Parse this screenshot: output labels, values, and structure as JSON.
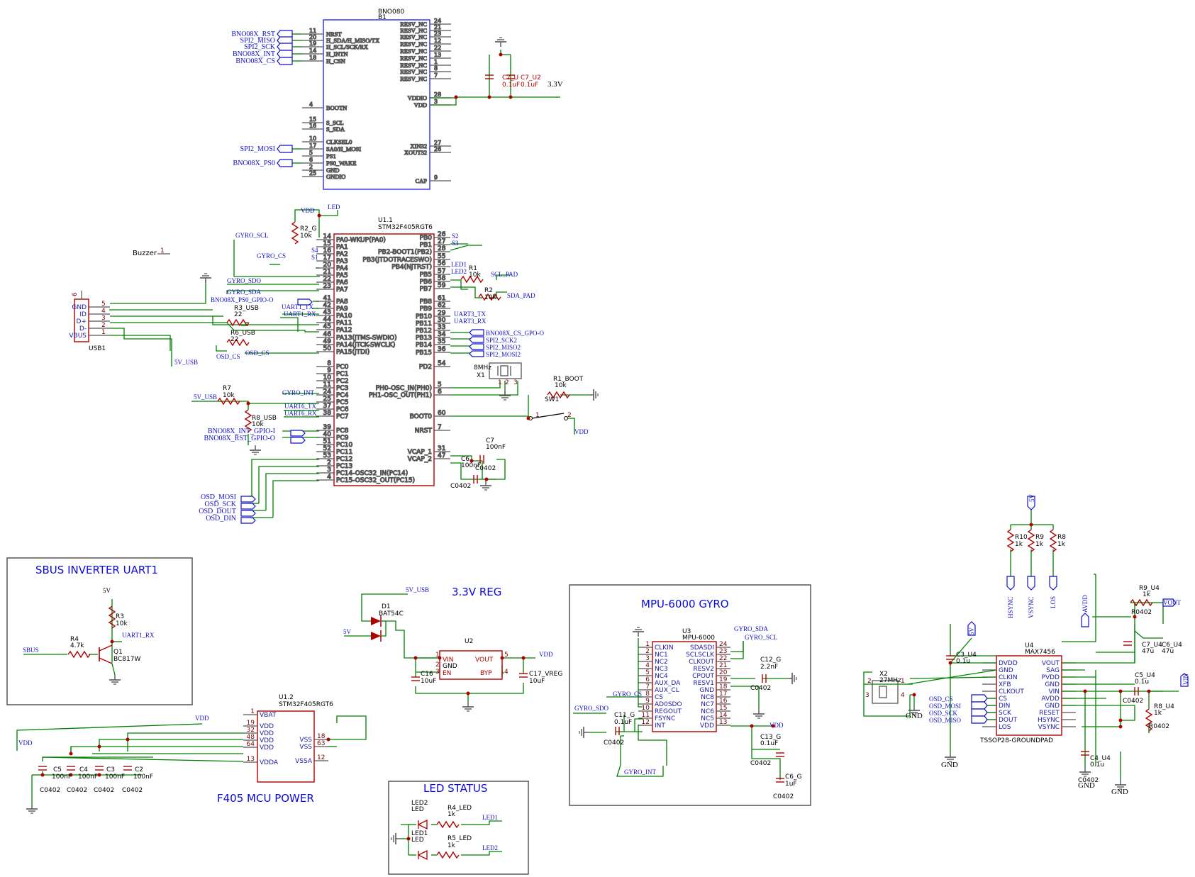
{
  "sheet": {
    "background": "#ffffff",
    "wire_color": "#008000",
    "part_color": "#b00000",
    "ic_outline_color": "#2a2af0",
    "label_color": "#1010cc"
  },
  "bno080": {
    "ref": "BNO080",
    "sub": "B1",
    "left_pins": [
      {
        "num": "11",
        "name": "NRST",
        "net": "BNO08X_RST"
      },
      {
        "num": "20",
        "name": "H_SDA/H_MISO/TX",
        "net": "SPI2_MISO"
      },
      {
        "num": "19",
        "name": "H_SCL/SCK/RX",
        "net": "SPI2_SCK"
      },
      {
        "num": "14",
        "name": "H_INTN",
        "net": "BNO08X_INT"
      },
      {
        "num": "18",
        "name": "H_CSN",
        "net": "BNO08X_CS"
      },
      {
        "num": "4",
        "name": "BOOTN",
        "net": ""
      },
      {
        "num": "15",
        "name": "S_SCL",
        "net": ""
      },
      {
        "num": "16",
        "name": "S_SDA",
        "net": ""
      },
      {
        "num": "10",
        "name": "CLKSEL0",
        "net": ""
      },
      {
        "num": "17",
        "name": "SA0/H_MOSI",
        "net": "SPI2_MOSI"
      },
      {
        "num": "5",
        "name": "PS1",
        "net": ""
      },
      {
        "num": "6",
        "name": "PS0_WAKE",
        "net": "BNO08X_PS0"
      },
      {
        "num": "2",
        "name": "GND",
        "net": ""
      },
      {
        "num": "25",
        "name": "GNDIO",
        "net": ""
      }
    ],
    "right_pins": [
      {
        "num": "24",
        "name": "RESV_NC"
      },
      {
        "num": "21",
        "name": "RESV_NC"
      },
      {
        "num": "23",
        "name": "RESV_NC"
      },
      {
        "num": "12",
        "name": "RESV_NC"
      },
      {
        "num": "22",
        "name": "RESV_NC"
      },
      {
        "num": "13",
        "name": "RESV_NC"
      },
      {
        "num": "1",
        "name": "RESV_NC"
      },
      {
        "num": "8",
        "name": "RESV_NC"
      },
      {
        "num": "7",
        "name": "RESV_NC"
      },
      {
        "num": "28",
        "name": "VDDIO"
      },
      {
        "num": "3",
        "name": "VDD"
      },
      {
        "num": "27",
        "name": "XIN32"
      },
      {
        "num": "26",
        "name": "XOUT32"
      },
      {
        "num": "9",
        "name": "CAP"
      }
    ],
    "caps": {
      "c1_ref": "C7_U",
      "c1_val": "0.1uF",
      "c2_ref": "C7_U2",
      "c2_val": "0.1uF",
      "rail": "3.3V"
    }
  },
  "mcu": {
    "ref": "U1.1",
    "part": "STM32F405RGT6",
    "left_pins": [
      {
        "num": "14",
        "name": "PA0-WKUP(PA0)"
      },
      {
        "num": "15",
        "name": "PA1"
      },
      {
        "num": "16",
        "name": "PA2"
      },
      {
        "num": "17",
        "name": "PA3"
      },
      {
        "num": "20",
        "name": "PA4"
      },
      {
        "num": "21",
        "name": "PA5"
      },
      {
        "num": "22",
        "name": "PA6"
      },
      {
        "num": "23",
        "name": "PA7"
      },
      {
        "num": "41",
        "name": "PA8"
      },
      {
        "num": "42",
        "name": "PA9"
      },
      {
        "num": "43",
        "name": "PA10"
      },
      {
        "num": "44",
        "name": "PA11"
      },
      {
        "num": "45",
        "name": "PA12"
      },
      {
        "num": "46",
        "name": "PA13(JTMS-SWDIO)"
      },
      {
        "num": "49",
        "name": "PA14(JTCK-SWCLK)"
      },
      {
        "num": "50",
        "name": "PA15(JTDI)"
      },
      {
        "num": "8",
        "name": "PC0"
      },
      {
        "num": "9",
        "name": "PC1"
      },
      {
        "num": "10",
        "name": "PC2"
      },
      {
        "num": "11",
        "name": "PC3"
      },
      {
        "num": "24",
        "name": "PC4"
      },
      {
        "num": "25",
        "name": "PC5"
      },
      {
        "num": "37",
        "name": "PC6"
      },
      {
        "num": "38",
        "name": "PC7"
      },
      {
        "num": "39",
        "name": "PC8"
      },
      {
        "num": "40",
        "name": "PC9"
      },
      {
        "num": "51",
        "name": "PC10"
      },
      {
        "num": "52",
        "name": "PC11"
      },
      {
        "num": "53",
        "name": "PC12"
      },
      {
        "num": "2",
        "name": "PC13"
      },
      {
        "num": "3",
        "name": "PC14-OSC32_IN(PC14)"
      },
      {
        "num": "4",
        "name": "PC15-OSC32_OUT(PC15)"
      }
    ],
    "right_pins": [
      {
        "num": "26",
        "name": "PB0"
      },
      {
        "num": "27",
        "name": "PB1"
      },
      {
        "num": "28",
        "name": "PB2-BOOT1(PB2)"
      },
      {
        "num": "55",
        "name": "PB3(JTDOTRACESWO)"
      },
      {
        "num": "56",
        "name": "PB4(NJTRST)"
      },
      {
        "num": "57",
        "name": "PB5"
      },
      {
        "num": "58",
        "name": "PB6"
      },
      {
        "num": "59",
        "name": "PB7"
      },
      {
        "num": "61",
        "name": "PB8"
      },
      {
        "num": "62",
        "name": "PB9"
      },
      {
        "num": "29",
        "name": "PB10"
      },
      {
        "num": "30",
        "name": "PB11"
      },
      {
        "num": "33",
        "name": "PB12"
      },
      {
        "num": "34",
        "name": "PB13"
      },
      {
        "num": "35",
        "name": "PB14"
      },
      {
        "num": "36",
        "name": "PB15"
      },
      {
        "num": "54",
        "name": "PD2"
      },
      {
        "num": "5",
        "name": "PH0-OSC_IN(PH0)"
      },
      {
        "num": "6",
        "name": "PH1-OSC_OUT(PH1)"
      },
      {
        "num": "60",
        "name": "BOOT0"
      },
      {
        "num": "7",
        "name": "NRST"
      },
      {
        "num": "31",
        "name": "VCAP_1"
      },
      {
        "num": "47",
        "name": "VCAP_2"
      }
    ],
    "left_nets": {
      "vdd": "VDD",
      "led": "LED",
      "r2": "R2_G",
      "r2_val": "10k",
      "gyro_scl": "GYRO_SCL",
      "gyro_cs": "GYRO_CS",
      "s4": "S4",
      "s1": "S1",
      "gyro_sdo": "GYRO_SDO",
      "gyro_sda": "GYRO_SDA",
      "ps0": "BNO08X_PS0_GPIO-O",
      "uart1_tx": "UART1_TX",
      "uart1_rx": "UART1_RX",
      "r3": "R3_USB",
      "r3_val": "22",
      "r6": "R6_USB",
      "r6_val": "22",
      "osd_cs": "OSD_CS",
      "gyro_int": "GYRO_INT",
      "r7": "R7",
      "r7_val": "10k",
      "v5usb": "5V_USB",
      "uart6_tx": "UART6_TX",
      "uart6_rx": "UART6_RX",
      "r8": "R8_USB",
      "r8_val": "10k",
      "int_gpio": "BNO08X_INT_GPIO-I",
      "rst_gpio": "BNO08X_RST_GPIO-O",
      "osd_mosi": "OSD_MOSI",
      "osd_sck": "OSD_SCK",
      "osd_dout": "OSD_DOUT",
      "osd_din": "OSD_DIN",
      "buzzer": "Buzzer",
      "buzzer_pin": "1"
    },
    "right_nets": {
      "s2": "S2",
      "s3": "S3",
      "led1": "LED1",
      "led2": "LED2",
      "r1": "R1",
      "r1_val": "10k",
      "scl_pad": "SCL_PAD",
      "r2b": "R2",
      "r2b_val": "10k",
      "sda_pad": "SDA_PAD",
      "uart3_tx": "UART3_TX",
      "uart3_rx": "UART3_RX",
      "bno_cs": "BNO08X_CS_GPO-O",
      "spi2_sck": "SPI2_SCK2",
      "spi2_miso": "SPI2_MISO2",
      "spi2_mosi": "SPI2_MOSI2",
      "xtal_val": "8MHz",
      "xtal_ref": "X1",
      "r1b": "R1_BOOT",
      "r1b_val": "10k",
      "sw": "SW1",
      "vdd": "VDD",
      "c7": "C7",
      "c7_val": "100nF",
      "c6": "C6",
      "c6_val": "100nF",
      "pkg": "C0402"
    }
  },
  "usb": {
    "ref": "USB1",
    "shield_num": "6",
    "pins": [
      {
        "num": "5",
        "name": "GND"
      },
      {
        "num": "4",
        "name": "ID"
      },
      {
        "num": "3",
        "name": "D+"
      },
      {
        "num": "2",
        "name": "D-"
      },
      {
        "num": "1",
        "name": "VBUS"
      }
    ],
    "net": "5V_USB"
  },
  "sbus": {
    "title": "SBUS INVERTER UART1",
    "v5": "5V",
    "r3": "R3",
    "r3_val": "10k",
    "uart": "UART1_RX",
    "r4": "R4",
    "r4_val": "4.7k",
    "q": "Q1",
    "q_val": "BC817W",
    "in": "SBUS"
  },
  "mcu_power": {
    "title": "F405 MCU POWER",
    "ref": "U1.2",
    "part": "STM32F405RGT6",
    "vdd": "VDD",
    "left_pins": [
      {
        "num": "1",
        "name": "VBAT"
      },
      {
        "num": "19",
        "name": "VDD"
      },
      {
        "num": "32",
        "name": "VDD"
      },
      {
        "num": "48",
        "name": "VDD"
      },
      {
        "num": "64",
        "name": "VDD"
      },
      {
        "num": "13",
        "name": "VDDA"
      }
    ],
    "right_pins": [
      {
        "num": "18",
        "name": "VSS"
      },
      {
        "num": "63",
        "name": "VSS"
      },
      {
        "num": "12",
        "name": "VSSA"
      }
    ],
    "caps": [
      {
        "ref": "C5",
        "val": "100nF",
        "pkg": "C0402"
      },
      {
        "ref": "C4",
        "val": "100nF",
        "pkg": "C0402"
      },
      {
        "ref": "C3",
        "val": "100nF",
        "pkg": "C0402"
      },
      {
        "ref": "C2",
        "val": "100nF",
        "pkg": "C0402"
      }
    ]
  },
  "reg": {
    "title": "3.3V REG",
    "d": "D1",
    "d_val": "BAT54C",
    "v5usb": "5V_USB",
    "v5": "5V",
    "u": "U2",
    "pins": {
      "vin": "VIN",
      "gnd": "GND",
      "en": "EN",
      "vout": "VOUT",
      "byp": "BYP"
    },
    "nums": {
      "vin": "1",
      "gnd": "2",
      "en": "3",
      "vout": "5",
      "byp": "4"
    },
    "c16": "C16",
    "c16_val": "10uF",
    "c17": "C17_VREG",
    "c17_val": "10uF",
    "vdd": "VDD"
  },
  "led": {
    "title": "LED STATUS",
    "led2": "LED2",
    "led1": "LED1",
    "led": "LED",
    "r4": "R4_LED",
    "r4_val": "1k",
    "r5": "R5_LED",
    "r5_val": "1k",
    "net1": "LED1",
    "net2": "LED2"
  },
  "gyro": {
    "title": "MPU-6000 GYRO",
    "ref": "U3",
    "part": "MPU-6000",
    "left_pins": [
      {
        "num": "1",
        "name": "CLKIN"
      },
      {
        "num": "2",
        "name": "NC1"
      },
      {
        "num": "3",
        "name": "NC2"
      },
      {
        "num": "4",
        "name": "NC3"
      },
      {
        "num": "5",
        "name": "NC4"
      },
      {
        "num": "6",
        "name": "AUX_DA"
      },
      {
        "num": "7",
        "name": "AUX_CL"
      },
      {
        "num": "8",
        "name": "CS"
      },
      {
        "num": "9",
        "name": "AD0SDO"
      },
      {
        "num": "10",
        "name": "REGOUT"
      },
      {
        "num": "11",
        "name": "FSYNC"
      },
      {
        "num": "12",
        "name": "INT"
      }
    ],
    "right_pins": [
      {
        "num": "24",
        "name": "SDASDI"
      },
      {
        "num": "23",
        "name": "SCLSCLK"
      },
      {
        "num": "22",
        "name": "CLKOUT"
      },
      {
        "num": "21",
        "name": "RESV2"
      },
      {
        "num": "20",
        "name": "CPOUT"
      },
      {
        "num": "19",
        "name": "RESV1"
      },
      {
        "num": "18",
        "name": "GND"
      },
      {
        "num": "17",
        "name": "NC8"
      },
      {
        "num": "16",
        "name": "NC7"
      },
      {
        "num": "15",
        "name": "NC6"
      },
      {
        "num": "14",
        "name": "NC5"
      },
      {
        "num": "13",
        "name": "VDD"
      }
    ],
    "nets": {
      "sda": "GYRO_SDA",
      "scl": "GYRO_SCL",
      "cs": "GYRO_CS",
      "sdo": "GYRO_SDO",
      "int": "GYRO_INT",
      "c12": "C12_G",
      "c12_val": "2.2nF",
      "c11": "C11_G",
      "c11_val": "0.1uF",
      "c13": "C13_G",
      "c13_val": "0.1uF",
      "c6": "C6_G",
      "c6_val": "1uF",
      "pkg": "C0402",
      "vdd": "VDD"
    }
  },
  "osd": {
    "ref": "U4",
    "part": "MAX7456",
    "pkg_name": "TSSOP28-GROUNDPAD",
    "left_pins": [
      "DVDD",
      "GND",
      "CLKIN",
      "XFB",
      "CLKOUT",
      "CS",
      "DIN",
      "SCK",
      "DOUT",
      "LOS"
    ],
    "right_pins": [
      "VOUT",
      "SAG",
      "PVDD",
      "GND",
      "VIN",
      "AVDD",
      "GND",
      "RESET",
      "HSYNC",
      "VSYNC"
    ],
    "nets": {
      "v5": "5V",
      "r10": "R10",
      "r10_val": "1k",
      "r9": "R9",
      "r9_val": "1k",
      "r8": "R8",
      "r8_val": "1k",
      "hsync": "HSYNC",
      "vsync": "VSYNC",
      "los": "LOS",
      "avdd": "AVDD",
      "r9u": "R9_U4",
      "r9u_val": "1k",
      "r0402": "R0402",
      "vout": "VOUT",
      "c7u": "C7_U4",
      "c7u_val": "47u",
      "c6u": "C6_U4",
      "c6u_val": "47u",
      "c5u": "C5_U4",
      "c5u_val": "0.1u",
      "c0402": "C0402",
      "vin": "VIN",
      "r8u": "R8_U4",
      "r8u_val": "1k",
      "c3u": "C3_U4",
      "c3u_val": "0.1u",
      "x2": "X2",
      "x2_val": "27MHz",
      "gnd": "GND",
      "osd_cs": "OSD_CS",
      "osd_mosi": "OSD_MOSI",
      "osd_sck": "OSD_SCK",
      "osd_miso": "OSD_MISO",
      "c4u": "C4_U4",
      "c4u_val": "0.1u",
      "x_pins": [
        "1",
        "2",
        "3",
        "4"
      ]
    }
  }
}
